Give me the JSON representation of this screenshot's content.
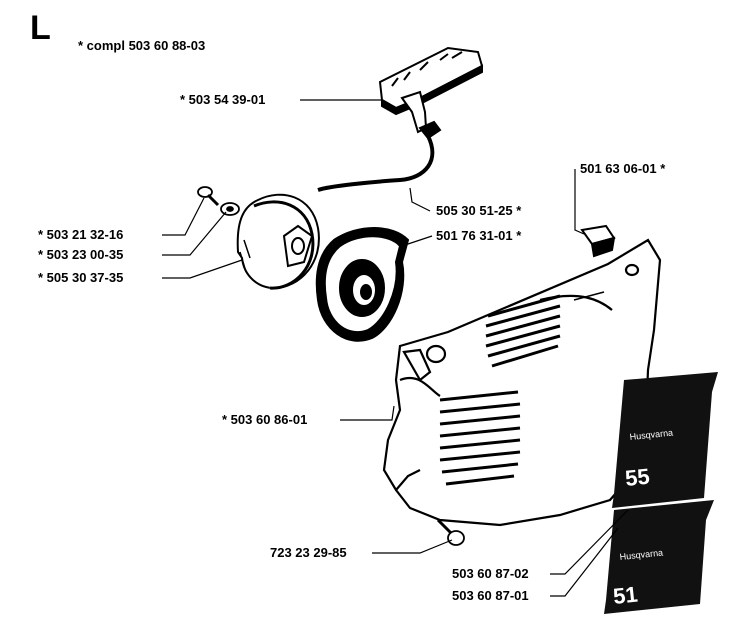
{
  "section_letter": "L",
  "assembly_note": "* compl 503 60 88-03",
  "callouts": {
    "starter_handle": "* 503 54 39-01",
    "starter_cord": "505 30 51-25 *",
    "cover_plug": "501 63 06-01 *",
    "screw": "* 503 21 32-16",
    "washer": "* 503 23 00-35",
    "rope_pulley": "* 505 30 37-35",
    "recoil_spring": "501 76 31-01 *",
    "starter_housing": "* 503 60 86-01",
    "housing_screw": "723 23 29-85",
    "decal_55": "503 60 87-02",
    "decal_51": "503 60 87-01"
  },
  "decals": {
    "brand_text": "Husqvarna",
    "model_55": "55",
    "model_51": "51"
  },
  "colors": {
    "ink": "#000000",
    "decal": "#111111",
    "paper": "#ffffff"
  }
}
